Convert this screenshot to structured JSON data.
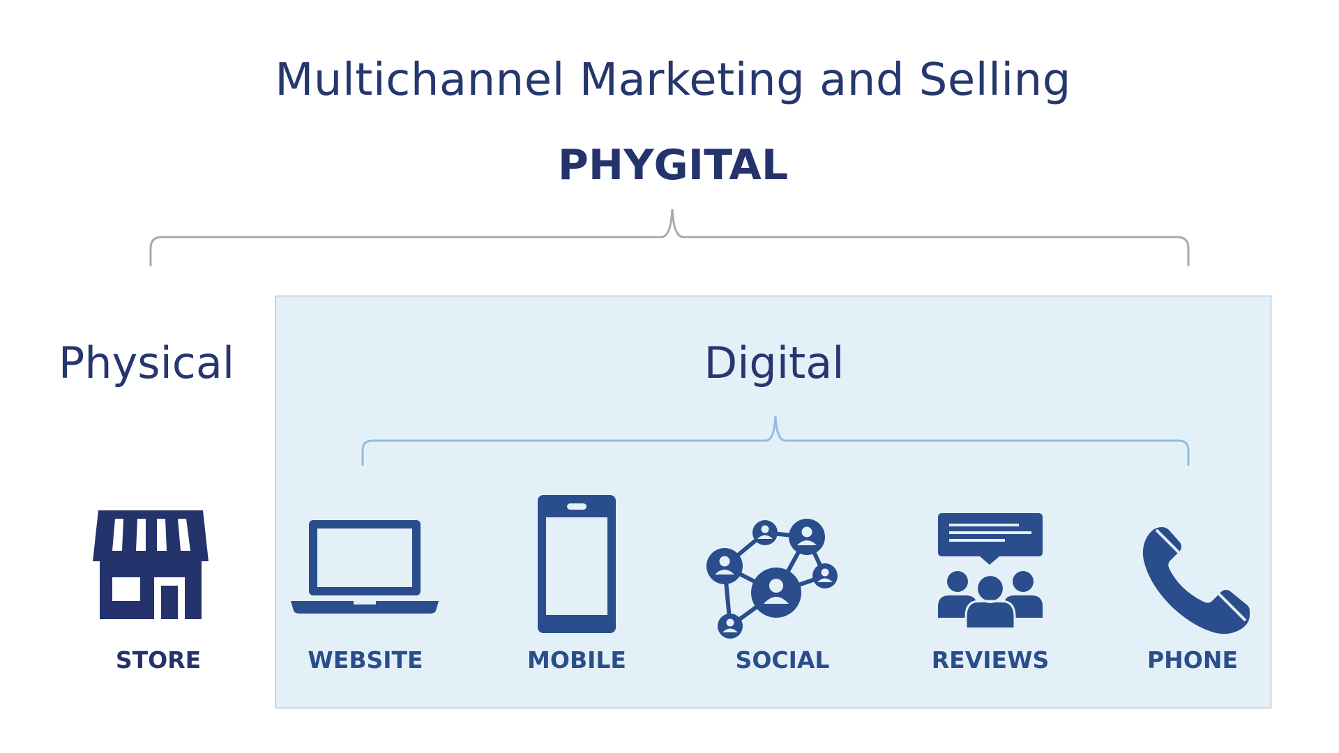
{
  "title": "Multichannel Marketing and Selling",
  "subtitle": "PHYGITAL",
  "sections": {
    "physical": "Physical",
    "digital": "Digital"
  },
  "channels": [
    {
      "label": "STORE",
      "icon": "store-icon",
      "group": "physical"
    },
    {
      "label": "WEBSITE",
      "icon": "laptop-icon",
      "group": "digital"
    },
    {
      "label": "MOBILE",
      "icon": "mobile-phone-icon",
      "group": "digital"
    },
    {
      "label": "SOCIAL",
      "icon": "social-network-icon",
      "group": "digital"
    },
    {
      "label": "REVIEWS",
      "icon": "reviews-icon",
      "group": "digital"
    },
    {
      "label": "PHONE",
      "icon": "telephone-icon",
      "group": "digital"
    }
  ],
  "colors": {
    "text_dark": "#24336b",
    "icon_physical": "#24336b",
    "icon_digital": "#2a4d8b",
    "panel_fill": "#e4f0f8",
    "bracket_gray": "#a9a9a9",
    "bracket_blue": "#8fbddf"
  }
}
